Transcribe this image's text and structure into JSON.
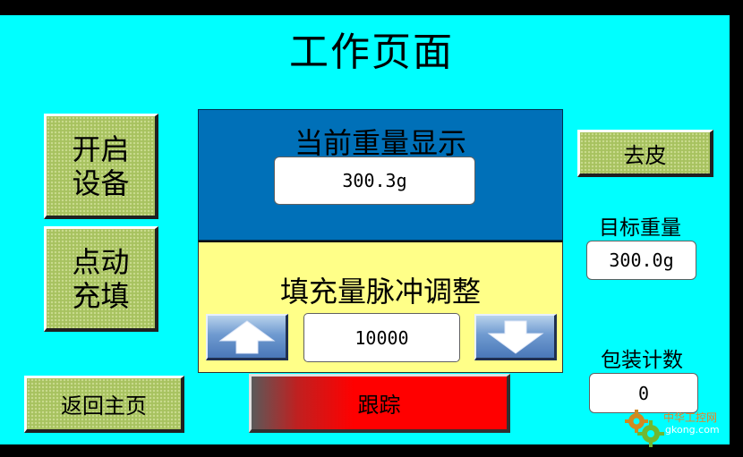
{
  "title": "工作页面",
  "buttons": {
    "start_device": "开启\n设备",
    "jog_fill": "点动\n充填",
    "return_home": "返回主页",
    "tare": "去皮",
    "track": "跟踪"
  },
  "weight_panel": {
    "title": "当前重量显示",
    "value": "300.3g"
  },
  "pulse_panel": {
    "title": "填充量脉冲调整",
    "value": "10000"
  },
  "target": {
    "label": "目标重量",
    "value": "300.0g"
  },
  "count": {
    "label": "包装计数",
    "value": "0"
  },
  "watermark": {
    "name": "中华工控网",
    "url": "gkong.com"
  },
  "colors": {
    "background": "#00ffff",
    "weight_panel": "#0070b8",
    "pulse_panel": "#ffff88",
    "button": "#a7c25f",
    "track_button": "#ff0000",
    "arrow_button": "#6f9ad0"
  },
  "icons": {
    "up": "arrow-up-icon",
    "down": "arrow-down-icon",
    "watermark": "gear-logo-icon"
  }
}
